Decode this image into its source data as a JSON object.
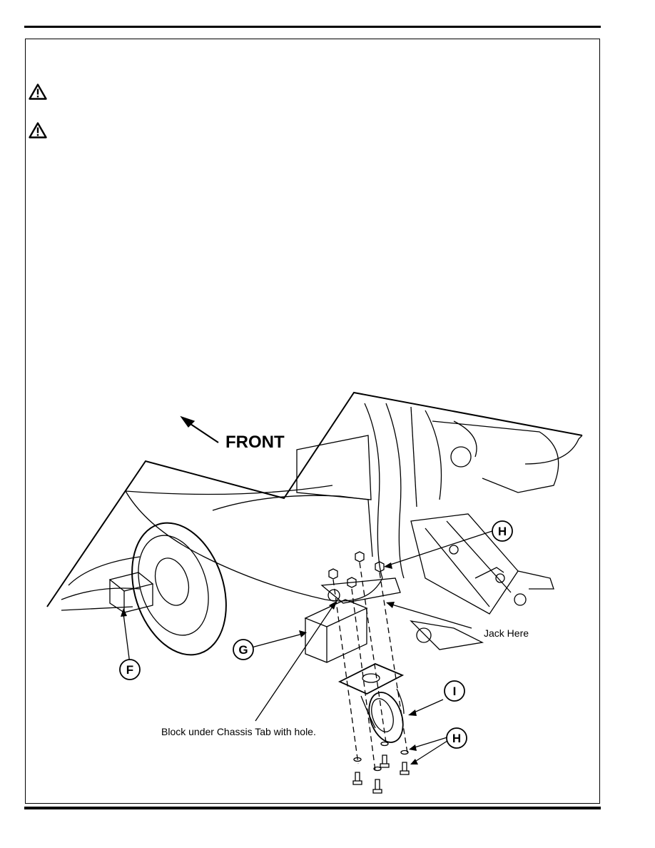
{
  "warnings": [
    {
      "icon": "warning-triangle-icon"
    },
    {
      "icon": "warning-triangle-icon"
    }
  ],
  "figure": {
    "direction_label": "FRONT",
    "callouts": {
      "F": "F",
      "G": "G",
      "H_top": "H",
      "H_bottom": "H",
      "I": "I"
    },
    "annotations": {
      "jack": "Jack Here",
      "block": "Block under Chassis Tab with hole."
    }
  }
}
